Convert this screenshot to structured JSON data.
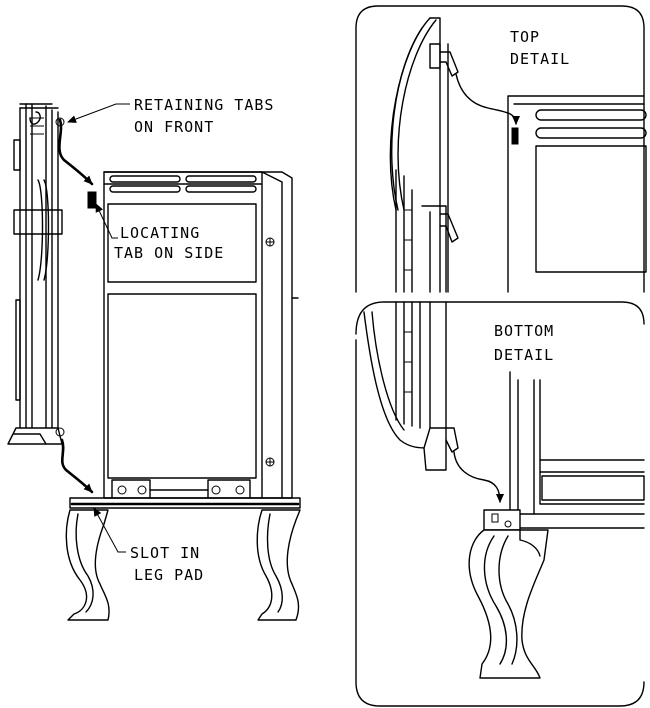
{
  "labels": {
    "retaining_tabs": [
      "RETAINING TABS",
      "ON FRONT"
    ],
    "locating_tab": [
      "LOCATING",
      "TAB ON SIDE"
    ],
    "slot_leg_pad": [
      "SLOT IN",
      "LEG PAD"
    ],
    "top_detail": [
      "TOP",
      "DETAIL"
    ],
    "bottom_detail": [
      "BOTTOM",
      "DETAIL"
    ]
  }
}
